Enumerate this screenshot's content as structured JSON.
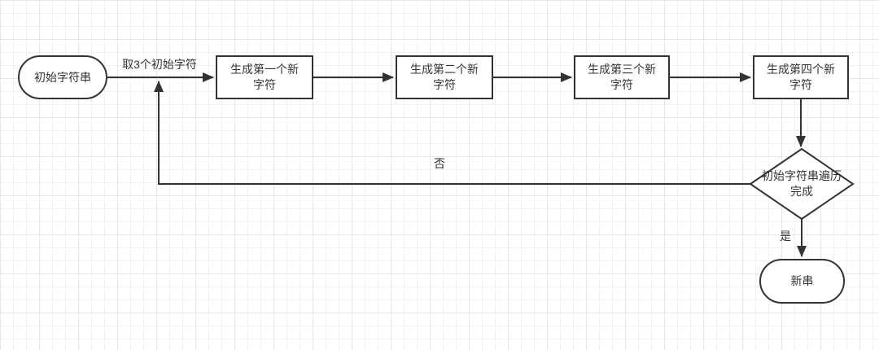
{
  "theme": {
    "bg": "#ffffff",
    "stroke": "#333333",
    "grid-minor": "#f1f1f1",
    "grid-major": "#e7e7e7"
  },
  "nodes": {
    "start": {
      "label": "初始字符串",
      "type": "terminator"
    },
    "step1": {
      "label": "生成第一个新\n字符",
      "type": "process"
    },
    "step2": {
      "label": "生成第二个新\n字符",
      "type": "process"
    },
    "step3": {
      "label": "生成第三个新\n字符",
      "type": "process"
    },
    "step4": {
      "label": "生成第四个新\n字符",
      "type": "process"
    },
    "decision": {
      "label": "初始字符串遍历\n完成",
      "type": "decision"
    },
    "end": {
      "label": "新串",
      "type": "terminator"
    }
  },
  "edge_labels": {
    "take3": "取3个初始字符",
    "no": "否",
    "yes": "是"
  }
}
